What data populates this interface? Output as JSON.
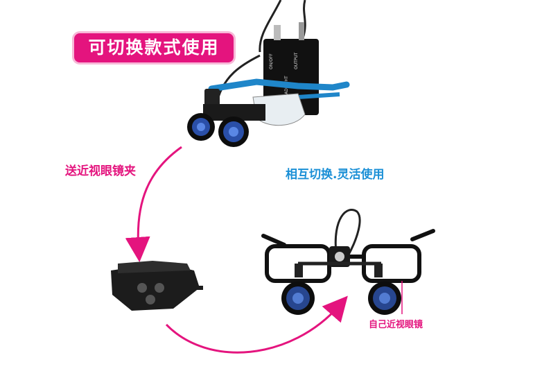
{
  "banner": {
    "text": "可切换款式使用"
  },
  "labels": {
    "clip": "送近视眼镜夹",
    "switch": "相互切换.灵活使用",
    "own_glasses": "自己近视眼镜"
  },
  "device": {
    "top_label": "ON/OFF",
    "output_label": "OUTPUT",
    "side_label": "LED HEADLIGHT"
  },
  "colors": {
    "accent": "#e4147e",
    "blue": "#1a8fd6",
    "frame_blue": "#1f86c9"
  }
}
